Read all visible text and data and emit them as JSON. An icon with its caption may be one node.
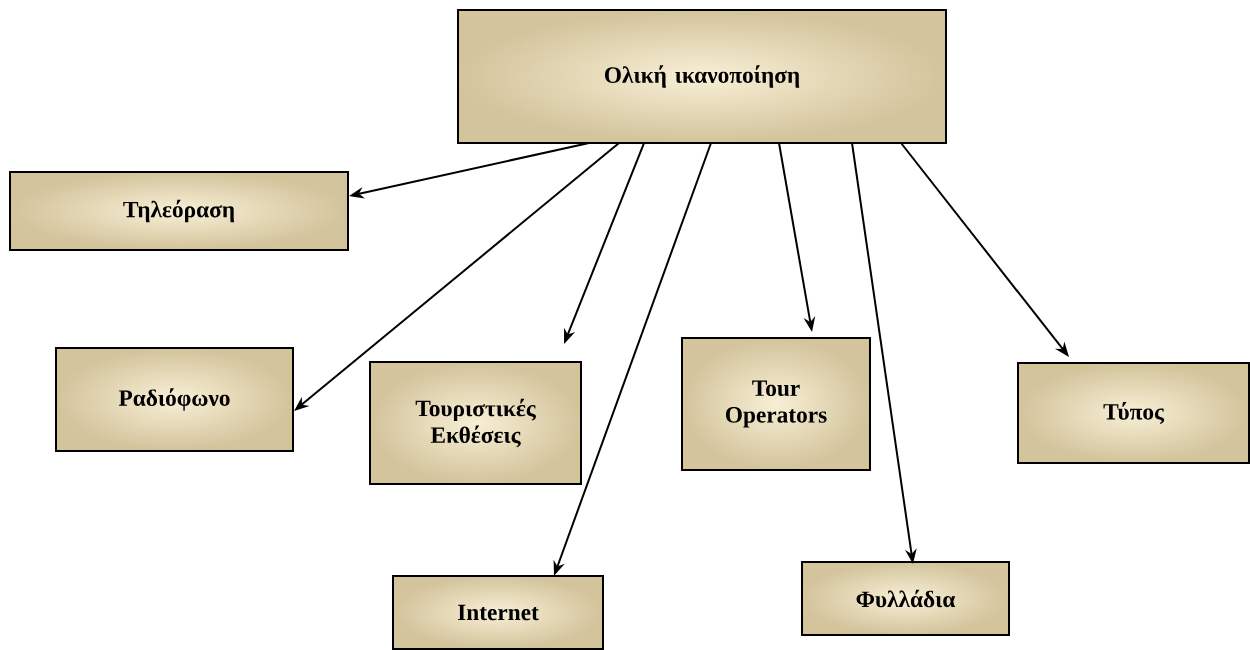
{
  "diagram": {
    "nodes": [
      {
        "text": [
          "Ολική ικανοποίηση"
        ]
      },
      {
        "text": [
          "Τηλεόραση"
        ]
      },
      {
        "text": [
          "Ραδιόφωνο"
        ]
      },
      {
        "text": [
          "Τουριστικές Εκθέσεις"
        ]
      },
      {
        "text": [
          "Internet"
        ]
      },
      {
        "text": [
          "Tour Operators"
        ]
      },
      {
        "text": [
          "Φυλλάδια"
        ]
      },
      {
        "text": [
          "Τύπος"
        ]
      }
    ],
    "edges": [
      {
        "from": 0,
        "to": 1,
        "arrow": "to"
      },
      {
        "from": 0,
        "to": 2,
        "arrow": "to"
      },
      {
        "from": 0,
        "to": 3,
        "arrow": "to"
      },
      {
        "from": 0,
        "to": 4,
        "arrow": "to"
      },
      {
        "from": 0,
        "to": 5,
        "arrow": "to"
      },
      {
        "from": 0,
        "to": 6,
        "arrow": "to"
      },
      {
        "from": 0,
        "to": 7,
        "arrow": "to"
      }
    ]
  }
}
